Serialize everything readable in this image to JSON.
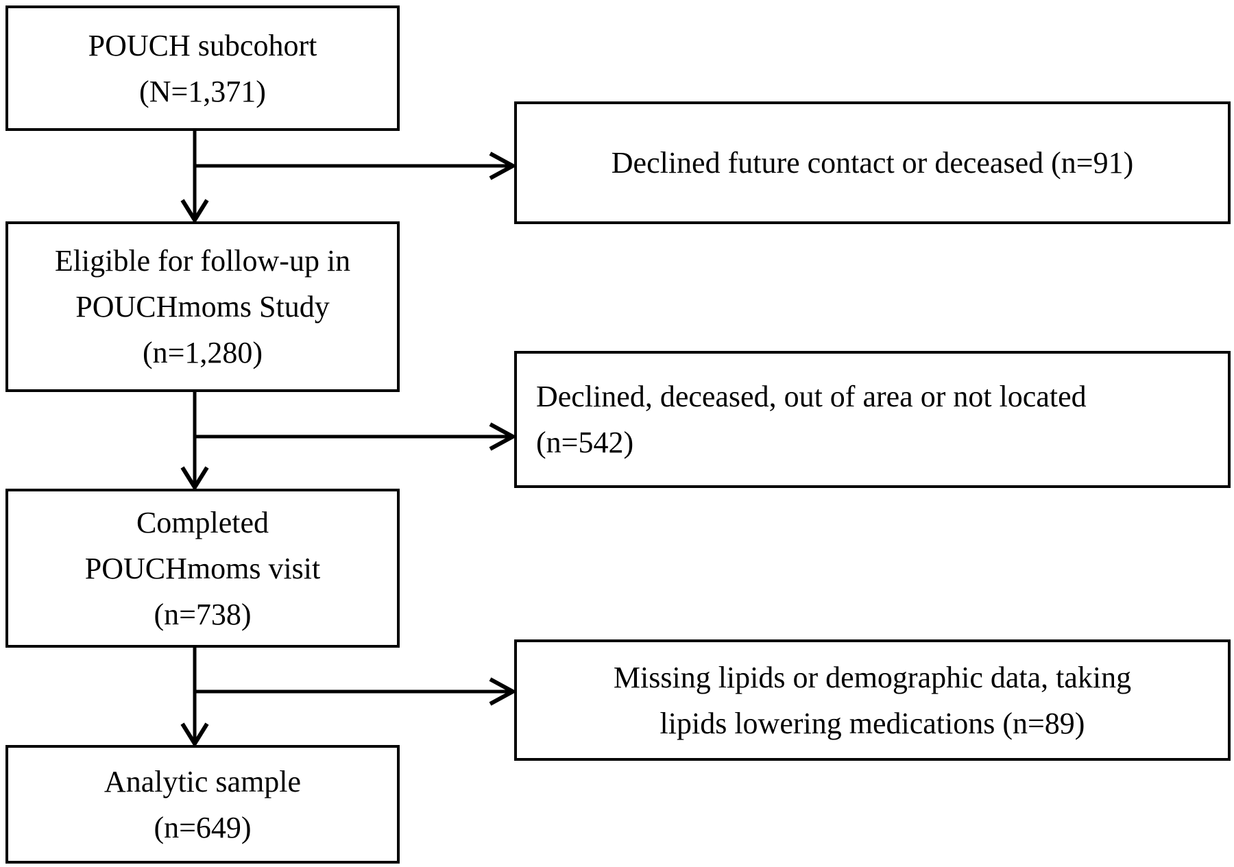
{
  "flow": {
    "main": [
      {
        "id": "pouch-subcohort",
        "lines": [
          "POUCH subcohort",
          "(N=1,371)"
        ]
      },
      {
        "id": "eligible-followup",
        "lines": [
          "Eligible for follow-up in",
          "POUCHmoms Study",
          "(n=1,280)"
        ]
      },
      {
        "id": "completed-visit",
        "lines": [
          "Completed",
          "POUCHmoms visit",
          "(n=738)"
        ]
      },
      {
        "id": "analytic-sample",
        "lines": [
          "Analytic sample",
          "(n=649)"
        ]
      }
    ],
    "exclusions": [
      {
        "id": "declined-contact-deceased",
        "lines": [
          "Declined future contact or deceased (n=91)"
        ]
      },
      {
        "id": "declined-deceased-out-of-area",
        "lines": [
          "Declined, deceased, out of area or not located",
          "(n=542)"
        ]
      },
      {
        "id": "missing-data-medications",
        "lines": [
          "Missing lipids or demographic data, taking",
          "lipids lowering medications (n=89)"
        ]
      }
    ],
    "counts": {
      "subcohort": "1,371",
      "eligible": "1,280",
      "completed": "738",
      "analytic": "649",
      "excluded_step1": "91",
      "excluded_step2": "542",
      "excluded_step3": "89"
    },
    "line_color": "#000000",
    "background_color": "#ffffff"
  }
}
